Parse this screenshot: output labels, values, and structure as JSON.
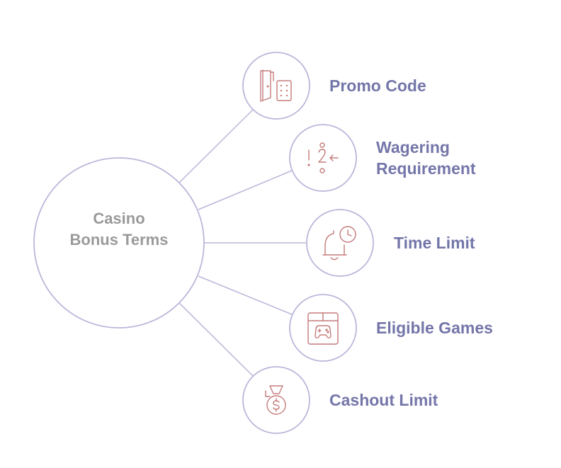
{
  "colors": {
    "outline": "#b9b7da",
    "icon": "#c57b7b",
    "hub_text": "#9a9a9a",
    "node_text": "#7476a9"
  },
  "hub": {
    "lines": [
      "Casino",
      "Bonus Terms"
    ]
  },
  "nodes": [
    {
      "icon": "door-keypad-icon",
      "lines": [
        "Promo Code"
      ]
    },
    {
      "icon": "sequence-steps-icon",
      "lines": [
        "Wagering",
        "Requirement"
      ]
    },
    {
      "icon": "bell-clock-icon",
      "lines": [
        "Time Limit"
      ]
    },
    {
      "icon": "gamepad-box-icon",
      "lines": [
        "Eligible Games"
      ]
    },
    {
      "icon": "money-bag-icon",
      "lines": [
        "Cashout Limit"
      ]
    }
  ]
}
